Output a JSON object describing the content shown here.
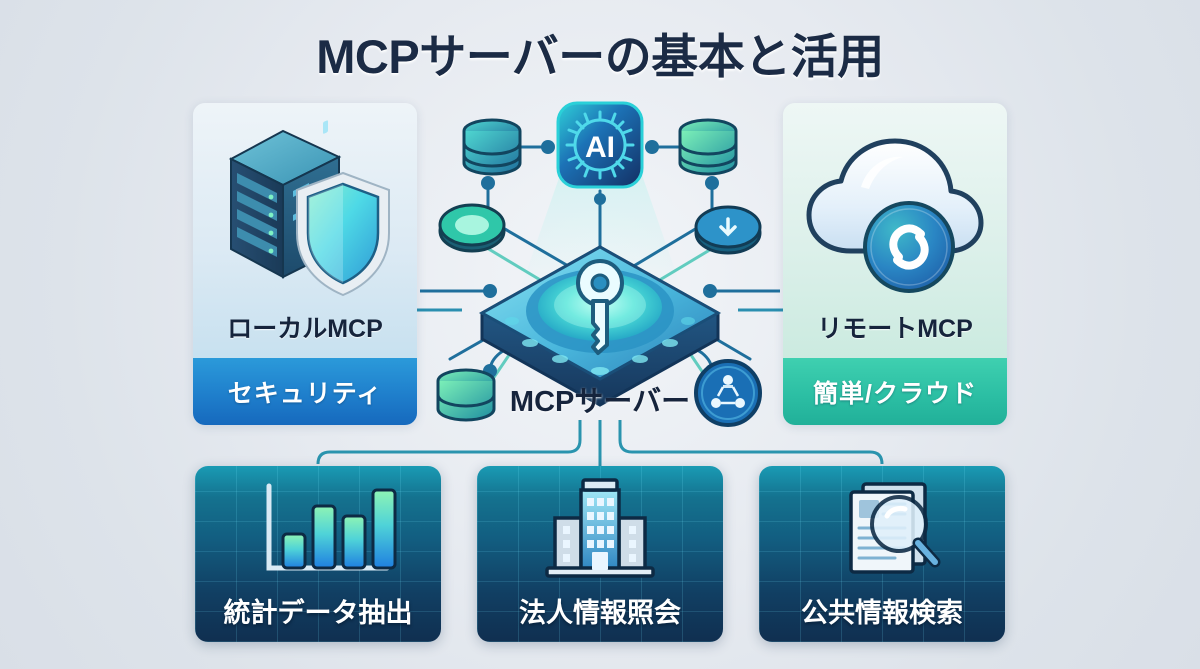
{
  "title": "MCPサーバーの基本と活用",
  "colors": {
    "background": "#dfe4ea",
    "title_text": "#1b2b45",
    "accent_blue": "#1f7fcc",
    "accent_teal": "#2cbfa4",
    "card_dark": "#102f50",
    "card_top": "#1a9bb4",
    "connector": "#2a94ae"
  },
  "panels": [
    {
      "id": "local-mcp",
      "icon": "server-shield-icon",
      "label": "ローカルMCP",
      "badge": "セキュリティ",
      "badge_color": "#1f7fcc"
    },
    {
      "id": "remote-mcp",
      "icon": "cloud-link-icon",
      "label": "リモートMCP",
      "badge": "簡単/クラウド",
      "badge_color": "#2cbfa4"
    }
  ],
  "center": {
    "ai_chip_label": "AI",
    "hub_icon": "key-chip-icon",
    "hub_label": "MCPサーバー",
    "nodes": [
      {
        "name": "database-node-top-left",
        "icon": "database-icon"
      },
      {
        "name": "database-node-top-right",
        "icon": "database-icon"
      },
      {
        "name": "disk-node-left",
        "icon": "disk-icon"
      },
      {
        "name": "download-node-right",
        "icon": "download-circle-icon"
      },
      {
        "name": "database-node-bottom-left",
        "icon": "database-icon"
      },
      {
        "name": "network-node-bottom-right",
        "icon": "network-share-icon"
      }
    ]
  },
  "cards": [
    {
      "id": "stats-extract",
      "icon": "bar-chart-icon",
      "label": "統計データ抽出"
    },
    {
      "id": "corporate-info",
      "icon": "building-icon",
      "label": "法人情報照会"
    },
    {
      "id": "public-info-search",
      "icon": "document-search-icon",
      "label": "公共情報検索"
    }
  ]
}
